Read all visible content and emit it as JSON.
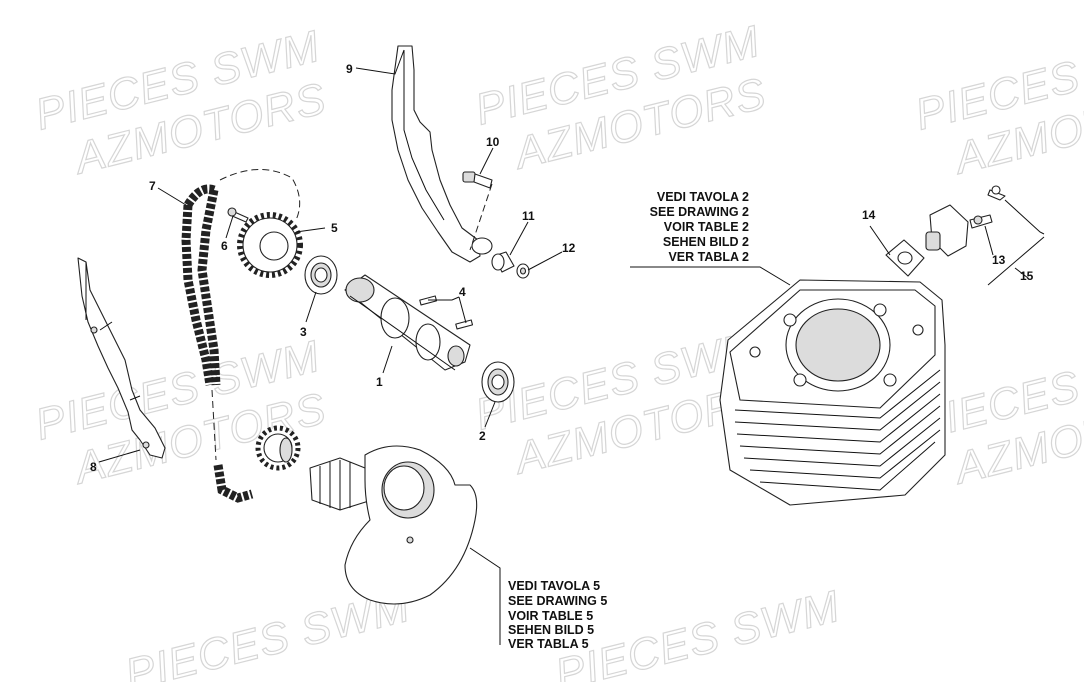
{
  "watermark": {
    "line1": "PIECES SWM",
    "line2": "AZMOTORS"
  },
  "callouts": {
    "c1": "1",
    "c2": "2",
    "c3": "3",
    "c4": "4",
    "c5": "5",
    "c6": "6",
    "c7": "7",
    "c8": "8",
    "c9": "9",
    "c10": "10",
    "c11": "11",
    "c12": "12",
    "c13": "13",
    "c14": "14",
    "c15": "15"
  },
  "references": {
    "drawing2": [
      "VEDI TAVOLA 2",
      "SEE DRAWING 2",
      "VOIR TABLE 2",
      "SEHEN BILD 2",
      "VER TABLA 2"
    ],
    "drawing5": [
      "VEDI TAVOLA 5",
      "SEE DRAWING 5",
      "VOIR TABLE 5",
      "SEHEN BILD 5",
      "VER TABLA 5"
    ]
  }
}
